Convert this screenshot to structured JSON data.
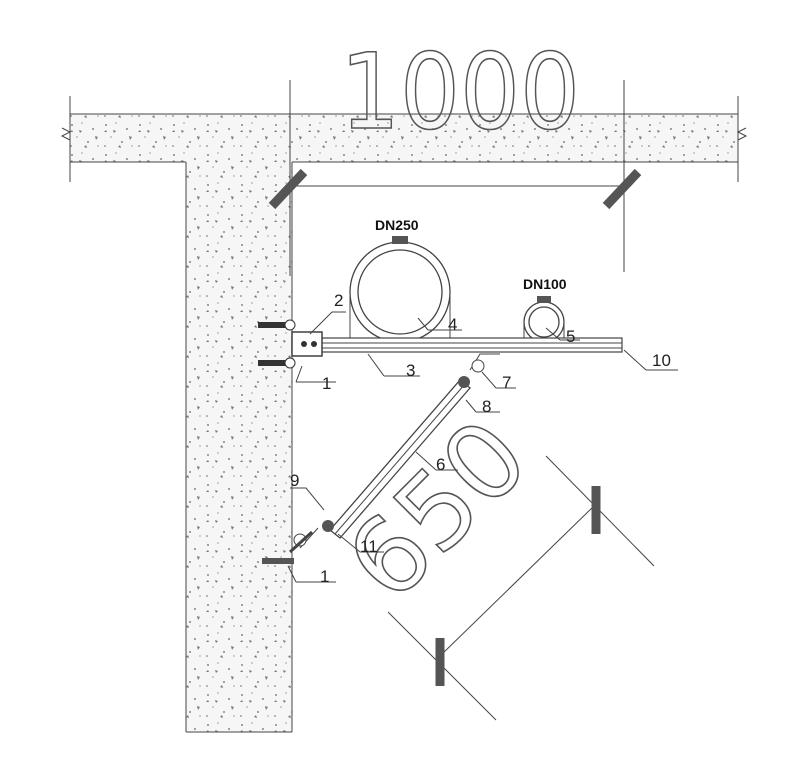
{
  "dimensions": {
    "top_span": "1000",
    "diagonal_span": "650"
  },
  "pipes": {
    "large": "DN250",
    "small": "DN100"
  },
  "callouts": {
    "c1_upper": "1",
    "c2": "2",
    "c3": "3",
    "c4": "4",
    "c5": "5",
    "c6": "6",
    "c7": "7",
    "c8": "8",
    "c9": "9",
    "c10": "10",
    "c11": "11",
    "c1_lower": "1"
  },
  "colors": {
    "concrete_fill": "#f4f4f4",
    "line": "#444444",
    "tick": "#555555"
  }
}
